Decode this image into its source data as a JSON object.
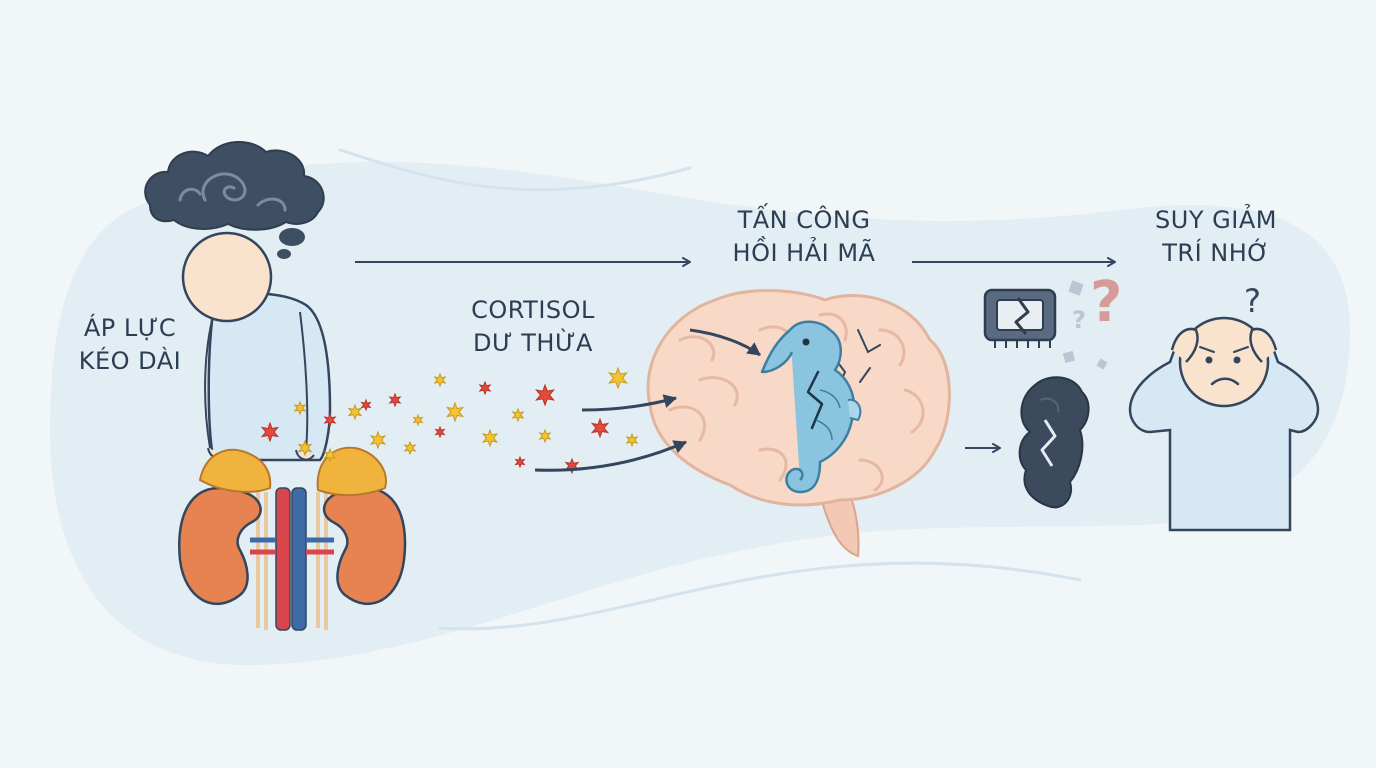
{
  "steps": [
    {
      "label_line1": "ÁP LỰC",
      "label_line2": "KÉO DÀI"
    },
    {
      "label_line1": "CORTISOL",
      "label_line2": "DƯ THỪA"
    },
    {
      "label_line1": "TẤN CÔNG",
      "label_line2": "HỒI HẢI MÃ"
    },
    {
      "label_line1": "SUY GIẢM",
      "label_line2": "TRÍ NHỚ"
    }
  ],
  "glyphs": {
    "question": "?"
  },
  "colors": {
    "background": "#f1f6f9",
    "band": "#e3eef4",
    "text": "#2b3e52",
    "arrow": "#34465e",
    "skin": "#f9e3cd",
    "shirt": "#d6e8f3",
    "kidney": "#e68350",
    "adrenal": "#f0b43e",
    "star_red": "#e24a3b",
    "star_yellow": "#f4c232",
    "brain": "#f8d8c6",
    "seahorse": "#8ac4de",
    "cloud": "#3f4f63",
    "chip": "#5a6a80",
    "question_pink": "#d69b98"
  },
  "icons": [
    "storm-cloud-icon",
    "thought-bubble-icon",
    "kidney-icon",
    "adrenal-gland-icon",
    "cortisol-star-icon",
    "brain-icon",
    "seahorse-hippocampus-icon",
    "broken-chip-icon",
    "crumbling-memory-icon",
    "question-mark-icon",
    "arrow-right-icon"
  ]
}
